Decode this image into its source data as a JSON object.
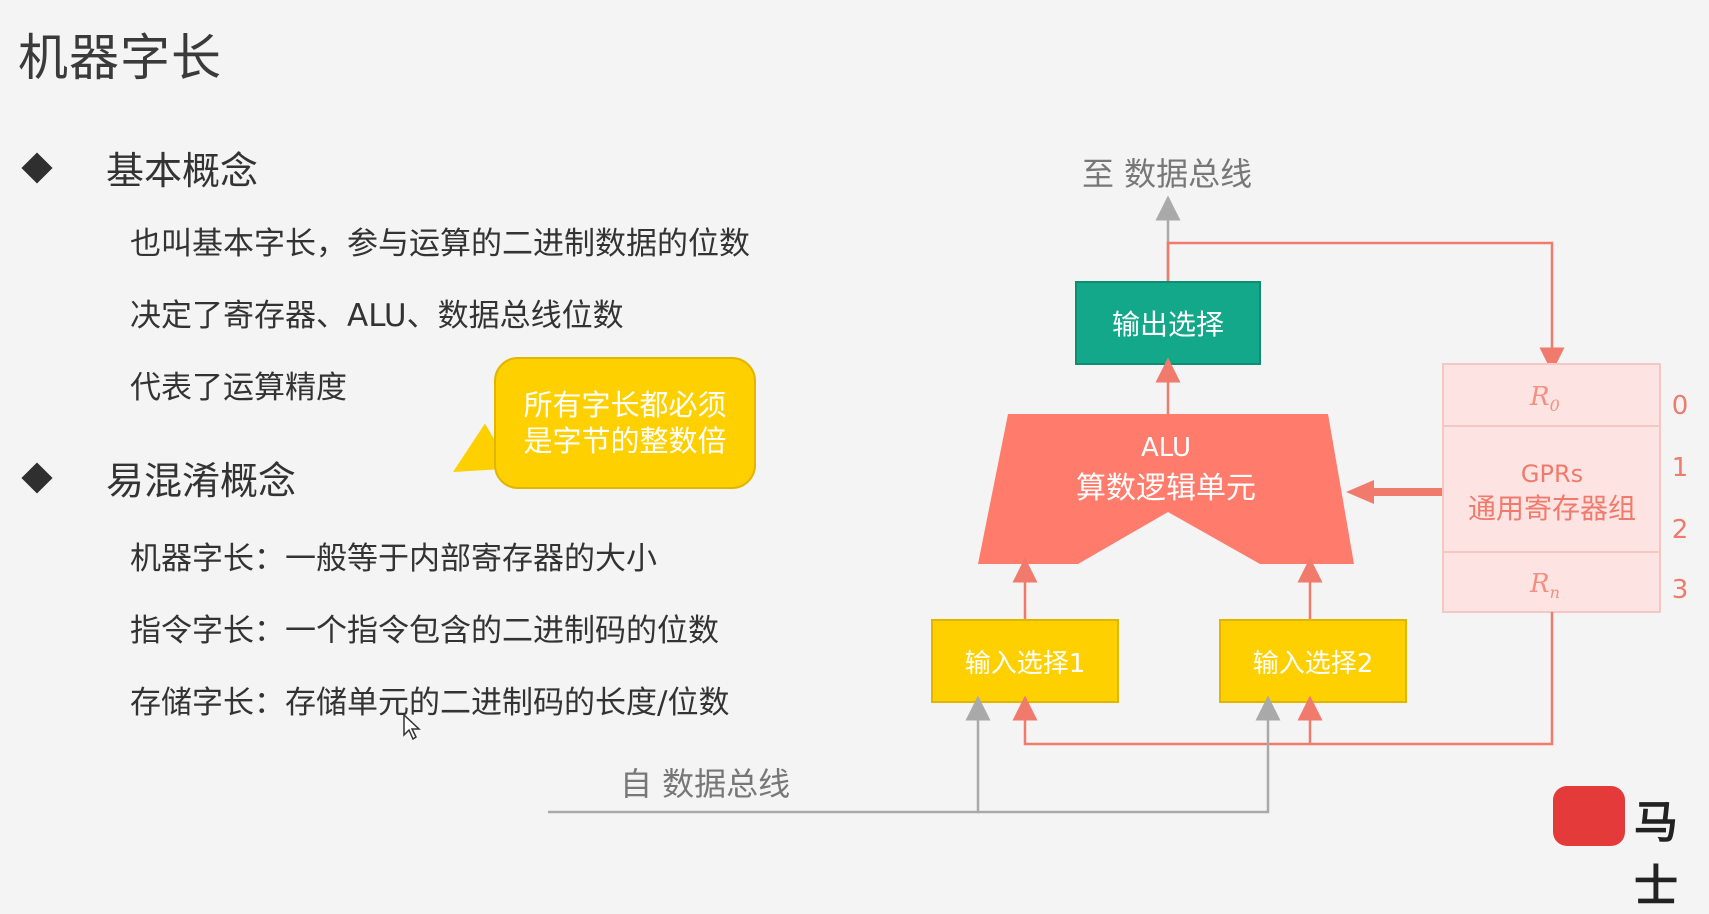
{
  "title": "机器字长",
  "sections": [
    {
      "heading": "基本概念",
      "lines": [
        "也叫基本字长，参与运算的二进制数据的位数",
        "决定了寄存器、ALU、数据总线位数",
        "代表了运算精度"
      ]
    },
    {
      "heading": "易混淆概念",
      "lines": [
        "机器字长：一般等于内部寄存器的大小",
        "指令字长：一个指令包含的二进制码的位数",
        "存储字长：存储单元的二进制码的长度/位数"
      ]
    }
  ],
  "callout": {
    "lines": [
      "所有字长都必须",
      "是字节的整数倍"
    ]
  },
  "diagram": {
    "to_bus": "至 数据总线",
    "from_bus": "自 数据总线",
    "output_select": "输出选择",
    "alu_line1": "ALU",
    "alu_line2": "算数逻辑单元",
    "input1": "输入选择1",
    "input2": "输入选择2",
    "gprs_line1": "GPRs",
    "gprs_line2": "通用寄存器组",
    "r0": "R",
    "r0_sub": "0",
    "rn": "R",
    "rn_sub": "n",
    "indices": [
      "0",
      "1",
      "2",
      "3"
    ]
  },
  "colors": {
    "alu": "#ff7b6b",
    "output_box": "#13a889",
    "input_box": "#ffd000",
    "register": "#fde4e2",
    "arrow_red": "#f07a6c",
    "arrow_gray": "#a9a9a9"
  },
  "logo": {
    "text": "马士"
  }
}
